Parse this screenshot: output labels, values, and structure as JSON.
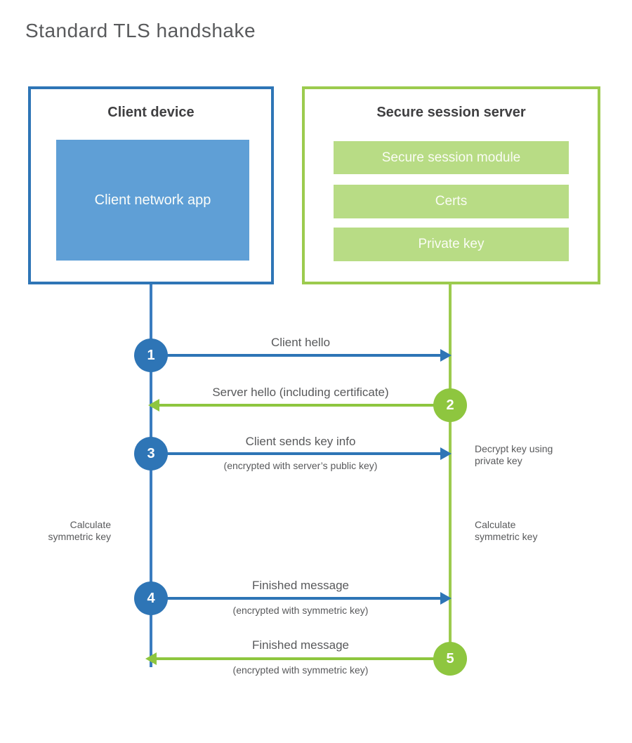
{
  "title": "Standard TLS handshake",
  "client": {
    "title": "Client device",
    "app_label": "Client network app"
  },
  "server": {
    "title": "Secure session server",
    "modules": [
      "Secure session module",
      "Certs",
      "Private key"
    ]
  },
  "steps": [
    {
      "number": "1",
      "actor": "client",
      "direction": "right",
      "label": "Client hello",
      "sublabel": ""
    },
    {
      "number": "2",
      "actor": "server",
      "direction": "left",
      "label": "Server hello (including certificate)",
      "sublabel": ""
    },
    {
      "number": "3",
      "actor": "client",
      "direction": "right",
      "label": "Client sends key info",
      "sublabel": "(encrypted with server’s public key)"
    },
    {
      "number": "4",
      "actor": "client",
      "direction": "right",
      "label": "Finished message",
      "sublabel": "(encrypted with symmetric key)"
    },
    {
      "number": "5",
      "actor": "server",
      "direction": "left",
      "label": "Finished message",
      "sublabel": "(encrypted with symmetric key)"
    }
  ],
  "notes": {
    "decrypt": "Decrypt key using private key",
    "calc_client": "Calculate symmetric key",
    "calc_server": "Calculate symmetric key"
  },
  "colors": {
    "blue": "#2e75b6",
    "blue_fill": "#5f9fd6",
    "green": "#9ccb4e",
    "green_circle": "#8ec63f",
    "green_fill": "#b8dc85",
    "text_dark": "#3f3f41",
    "text_gray": "#58595b"
  }
}
